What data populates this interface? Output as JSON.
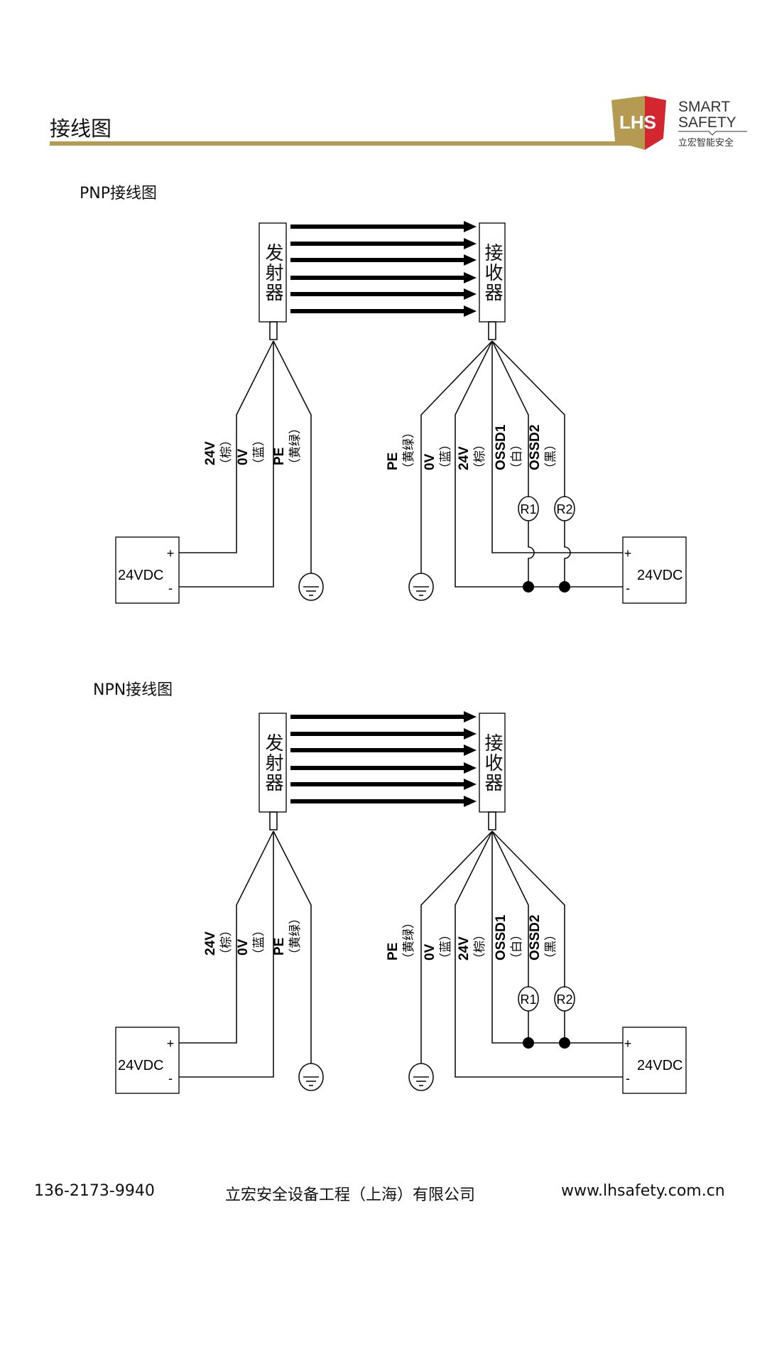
{
  "header": {
    "title": "接线图",
    "logo": {
      "mark": "LHS",
      "line1": "SMART",
      "line2": "SAFETY",
      "line3": "立宏智能安全"
    },
    "colors": {
      "gold": "#b59a52",
      "red": "#d4262e"
    }
  },
  "diagrams": [
    {
      "id": "pnp",
      "label": "PNP接线图",
      "emitter": "发射器",
      "receiver": "接收器",
      "emitter_wires": [
        {
          "name": "24V",
          "color": "（棕）"
        },
        {
          "name": "0V",
          "color": "（蓝）"
        },
        {
          "name": "PE",
          "color": "（黄绿）"
        }
      ],
      "receiver_wires": [
        {
          "name": "PE",
          "color": "（黄绿）"
        },
        {
          "name": "0V",
          "color": "（蓝）"
        },
        {
          "name": "24V",
          "color": "（棕）"
        },
        {
          "name": "OSSD1",
          "color": "（白）"
        },
        {
          "name": "OSSD2",
          "color": "（黑）"
        }
      ],
      "loads": [
        "R1",
        "R2"
      ],
      "psu_label": "24VDC",
      "plus": "+",
      "minus": "-",
      "loads_to": "minus"
    },
    {
      "id": "npn",
      "label": "NPN接线图",
      "emitter": "发射器",
      "receiver": "接收器",
      "emitter_wires": [
        {
          "name": "24V",
          "color": "（棕）"
        },
        {
          "name": "0V",
          "color": "（蓝）"
        },
        {
          "name": "PE",
          "color": "（黄绿）"
        }
      ],
      "receiver_wires": [
        {
          "name": "PE",
          "color": "（黄绿）"
        },
        {
          "name": "0V",
          "color": "（蓝）"
        },
        {
          "name": "24V",
          "color": "（棕）"
        },
        {
          "name": "OSSD1",
          "color": "（白）"
        },
        {
          "name": "OSSD2",
          "color": "（黑）"
        }
      ],
      "loads": [
        "R1",
        "R2"
      ],
      "psu_label": "24VDC",
      "plus": "+",
      "minus": "-",
      "loads_to": "plus"
    }
  ],
  "footer": {
    "phone": "136-2173-9940",
    "company": "立宏安全设备工程（上海）有限公司",
    "website": "www.lhsafety.com.cn"
  }
}
